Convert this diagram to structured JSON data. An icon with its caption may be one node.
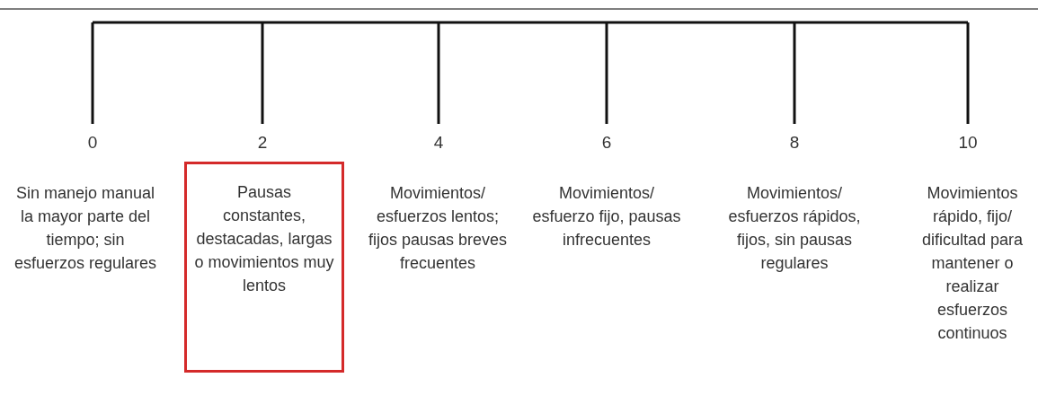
{
  "diagram": {
    "nodes": [
      {
        "text": [
          "Pausas constantes, destacadas, largas o movimientos muy lentos"
        ]
      }
    ],
    "labels": [
      "0",
      "2",
      "4",
      "6",
      "8",
      "10",
      "Sin manejo manual la mayor parte del tiempo; sin esfuerzos regulares",
      "Movimientos/ esfuerzos lentos; fijos pausas breves frecuentes",
      "Movimientos/ esfuerzo fijo, pausas infrecuentes",
      "Movimientos/ esfuerzos rápidos, fijos, sin pausas regulares",
      "Movimientos rápido, fijo/ dificultad para mantener o realizar esfuerzos continuos"
    ]
  }
}
